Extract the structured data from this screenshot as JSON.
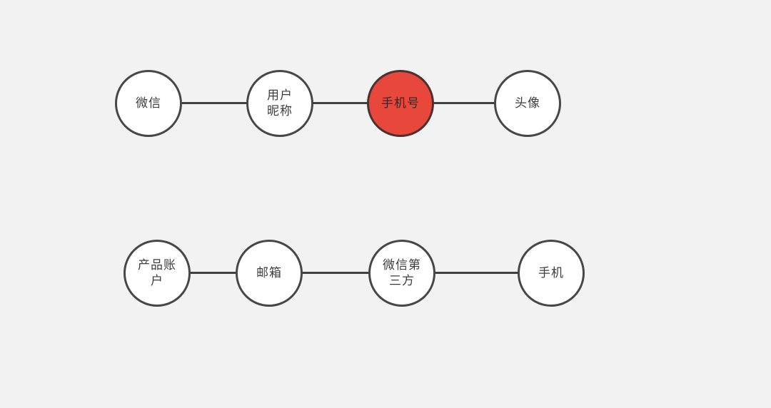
{
  "colors": {
    "background": "#f2f2f2",
    "node_fill": "#ffffff",
    "node_border": "#474747",
    "connector": "#404040",
    "highlight_fill": "#e8483c",
    "text": "#3d3d3d"
  },
  "diagram": {
    "rows": [
      {
        "nodes": [
          {
            "label": "微信",
            "highlighted": false
          },
          {
            "label": "用户\n昵称",
            "highlighted": false
          },
          {
            "label": "手机号",
            "highlighted": true
          },
          {
            "label": "头像",
            "highlighted": false
          }
        ]
      },
      {
        "nodes": [
          {
            "label": "产品账\n户",
            "highlighted": false
          },
          {
            "label": "邮箱",
            "highlighted": false
          },
          {
            "label": "微信第\n三方",
            "highlighted": false
          },
          {
            "label": "手机",
            "highlighted": false
          }
        ]
      }
    ]
  }
}
